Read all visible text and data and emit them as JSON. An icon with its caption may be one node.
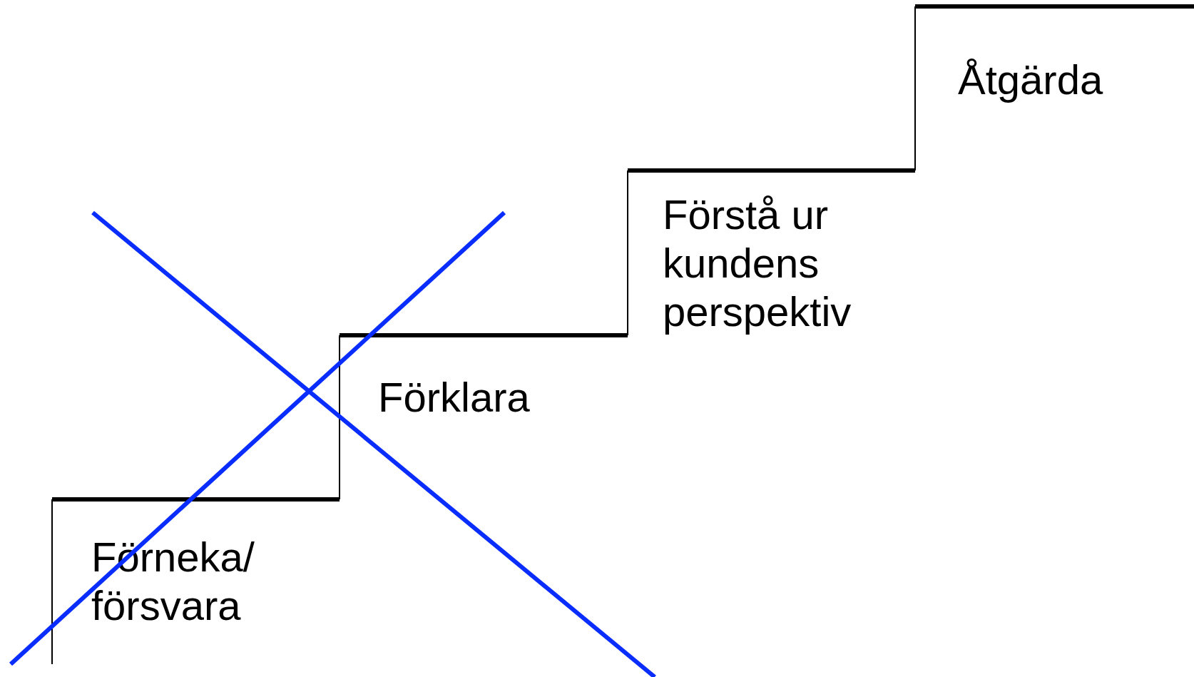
{
  "diagram": {
    "nodes": [
      {
        "text": [
          "Förneka/ försvara"
        ]
      },
      {
        "text": [
          "Förklara"
        ]
      },
      {
        "text": [
          "Förstå ur kundens perspektiv"
        ]
      },
      {
        "text": [
          "Åtgärda"
        ]
      }
    ]
  }
}
